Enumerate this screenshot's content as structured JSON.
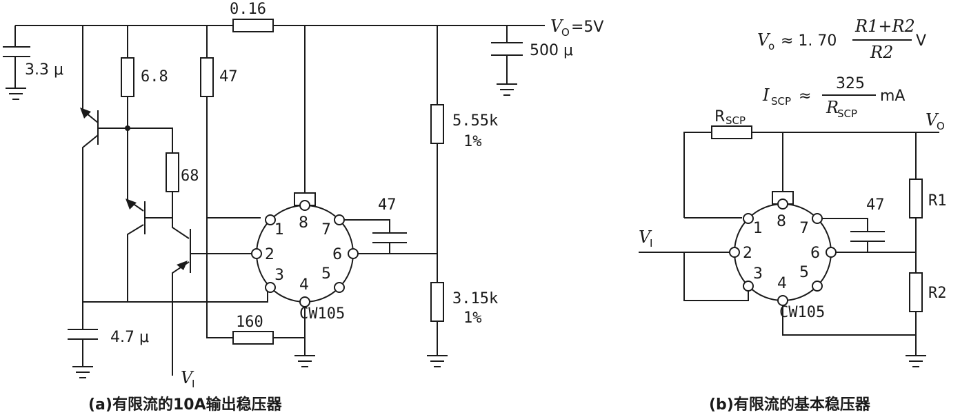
{
  "circuit_a": {
    "caption": "(a)有限流的10A输出稳压器",
    "r_sense": "0.16",
    "vout_label": "V",
    "vout_sub": "O",
    "vout_value": "=5V",
    "c_in": "3.3 μ",
    "c_out": "500 μ",
    "r_6_8": "6.8",
    "r_47": "47",
    "r_68": "68",
    "r_5_55k": "5.55k",
    "r_5_55k_tol": "1%",
    "r_3_15k": "3.15k",
    "r_3_15k_tol": "1%",
    "c_47": "47",
    "c_4_7": "4.7 μ",
    "r_160": "160",
    "ic_name": "CW105",
    "vin_label": "V",
    "vin_sub": "I",
    "pins": [
      "1",
      "2",
      "3",
      "4",
      "5",
      "6",
      "7",
      "8"
    ]
  },
  "circuit_b": {
    "caption": "(b)有限流的基本稳压器",
    "formula_vo": {
      "lhs": "V",
      "lhs_sub": "o",
      "approx": "≈ 1. 70",
      "numerator": "R1+R2",
      "denominator": "R2",
      "unit": "V"
    },
    "formula_iscp": {
      "lhs": "I",
      "lhs_sub": "SCP",
      "approx": "≈",
      "numerator": "325",
      "denominator": "R",
      "denominator_sub": "SCP",
      "unit": "mA"
    },
    "rscp_label": "R",
    "rscp_sub": "SCP",
    "vout_label": "V",
    "vout_sub": "O",
    "vin_label": "V",
    "vin_sub": "I",
    "r1": "R1",
    "r2": "R2",
    "c_47": "47",
    "ic_name": "CW105",
    "pins": [
      "1",
      "2",
      "3",
      "4",
      "5",
      "6",
      "7",
      "8"
    ]
  }
}
